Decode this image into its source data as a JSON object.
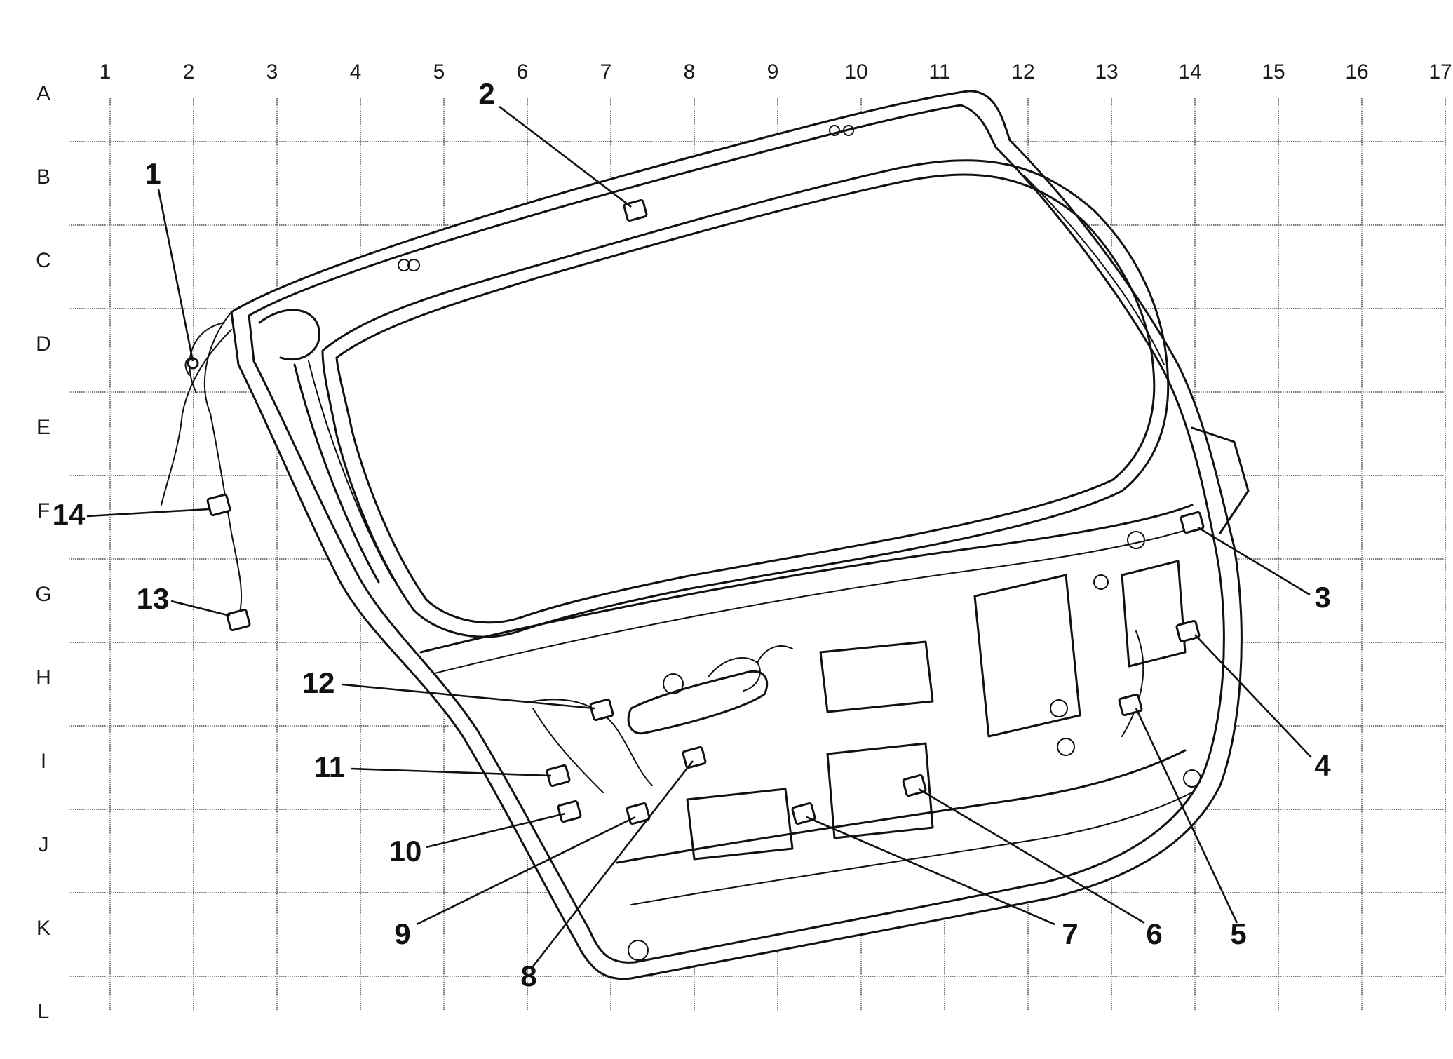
{
  "grid": {
    "columns": [
      "1",
      "2",
      "3",
      "4",
      "5",
      "6",
      "7",
      "8",
      "9",
      "10",
      "11",
      "12",
      "13",
      "14",
      "15",
      "16",
      "17"
    ],
    "rows": [
      "A",
      "B",
      "C",
      "D",
      "E",
      "F",
      "G",
      "H",
      "I",
      "J",
      "K",
      "L"
    ]
  },
  "callouts": [
    {
      "id": "1",
      "label": "1"
    },
    {
      "id": "2",
      "label": "2"
    },
    {
      "id": "3",
      "label": "3"
    },
    {
      "id": "4",
      "label": "4"
    },
    {
      "id": "5",
      "label": "5"
    },
    {
      "id": "6",
      "label": "6"
    },
    {
      "id": "7",
      "label": "7"
    },
    {
      "id": "8",
      "label": "8"
    },
    {
      "id": "9",
      "label": "9"
    },
    {
      "id": "10",
      "label": "10"
    },
    {
      "id": "11",
      "label": "11"
    },
    {
      "id": "12",
      "label": "12"
    },
    {
      "id": "13",
      "label": "13"
    },
    {
      "id": "14",
      "label": "14"
    }
  ]
}
